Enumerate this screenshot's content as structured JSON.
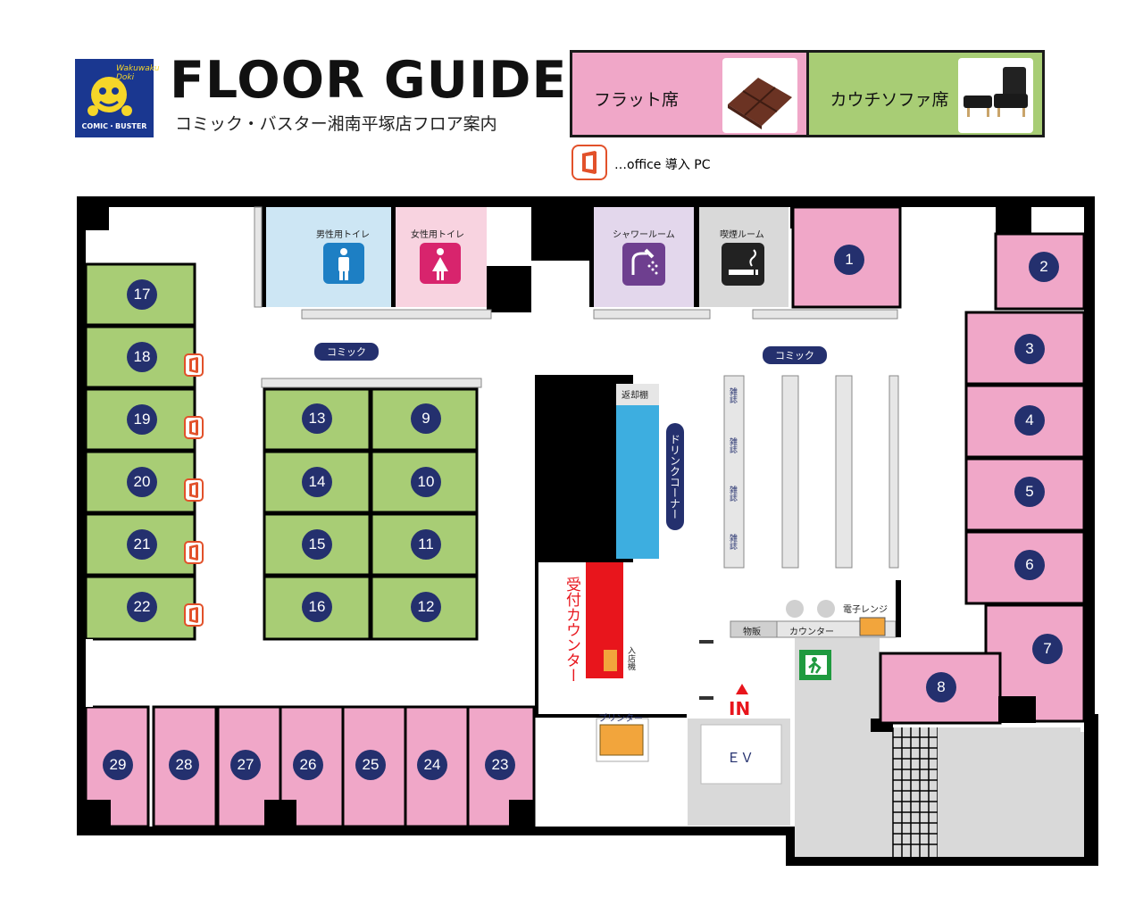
{
  "header": {
    "logo_brand": "COMIC・BUSTER",
    "logo_script": "Wakuwaku Doki",
    "title": "FLOOR GUIDE",
    "subtitle": "コミック・バスター湘南平塚店フロア案内"
  },
  "legend": {
    "flat_label": "フラット席",
    "couch_label": "カウチソファ席",
    "office_label": "…office 導入 PC"
  },
  "colors": {
    "flat": "#f0a7c8",
    "couch": "#a8cd75",
    "wall": "#000000",
    "badge": "#24306e",
    "office": "#e2512a",
    "drink": "#3daee0",
    "counter": "#e8151c",
    "orange": "#f2a53c"
  },
  "facilities": {
    "mens_toilet": "男性用トイレ",
    "womens_toilet": "女性用トイレ",
    "shower": "シャワールーム",
    "smoking": "喫煙ルーム",
    "comic_left": "コミック",
    "comic_right": "コミック",
    "return_shelf": "返却棚",
    "drink_corner": "ドリンクコーナー",
    "reception": "受付カウンター",
    "entry_machine": "入店機",
    "printer": "プリンター",
    "goods": "物販",
    "counter": "カウンター",
    "microwave": "電子レンジ",
    "magazine": "雑誌",
    "ev": "ＥＶ",
    "in": "IN"
  },
  "seats": {
    "s1": "1",
    "s2": "2",
    "s3": "3",
    "s4": "4",
    "s5": "5",
    "s6": "6",
    "s7": "7",
    "s8": "8",
    "s9": "9",
    "s10": "10",
    "s11": "11",
    "s12": "12",
    "s13": "13",
    "s14": "14",
    "s15": "15",
    "s16": "16",
    "s17": "17",
    "s18": "18",
    "s19": "19",
    "s20": "20",
    "s21": "21",
    "s22": "22",
    "s23": "23",
    "s24": "24",
    "s25": "25",
    "s26": "26",
    "s27": "27",
    "s28": "28",
    "s29": "29"
  },
  "office_seats": [
    "18",
    "19",
    "20",
    "21",
    "22"
  ]
}
